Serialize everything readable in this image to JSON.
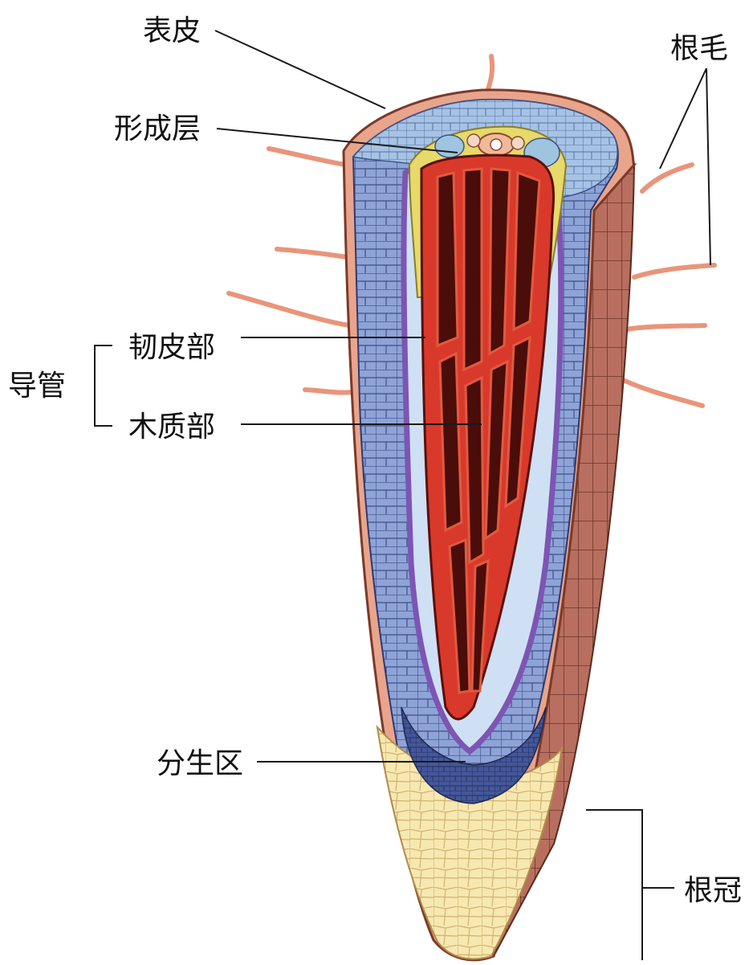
{
  "labels": {
    "epidermis": "表皮",
    "cambium": "形成层",
    "phloem": "韧皮部",
    "xylem": "木质部",
    "vessel": "导管",
    "meristem": "分生区",
    "root_hair": "根毛",
    "root_cap": "根冠"
  },
  "colors": {
    "epidermis": "#e9a48c",
    "cortex": "#8ea3d6",
    "cortex_top": "#a9c6e6",
    "endodermis": "#7d55b3",
    "pericycle": "#cfe0f4",
    "phloem": "#e7d96a",
    "xylem": "#d9392a",
    "xylem_dark": "#4a0d0a",
    "root_cap": "#f4e4a6",
    "root_hair": "#e8957a",
    "meristem": "#3f4f8f"
  }
}
